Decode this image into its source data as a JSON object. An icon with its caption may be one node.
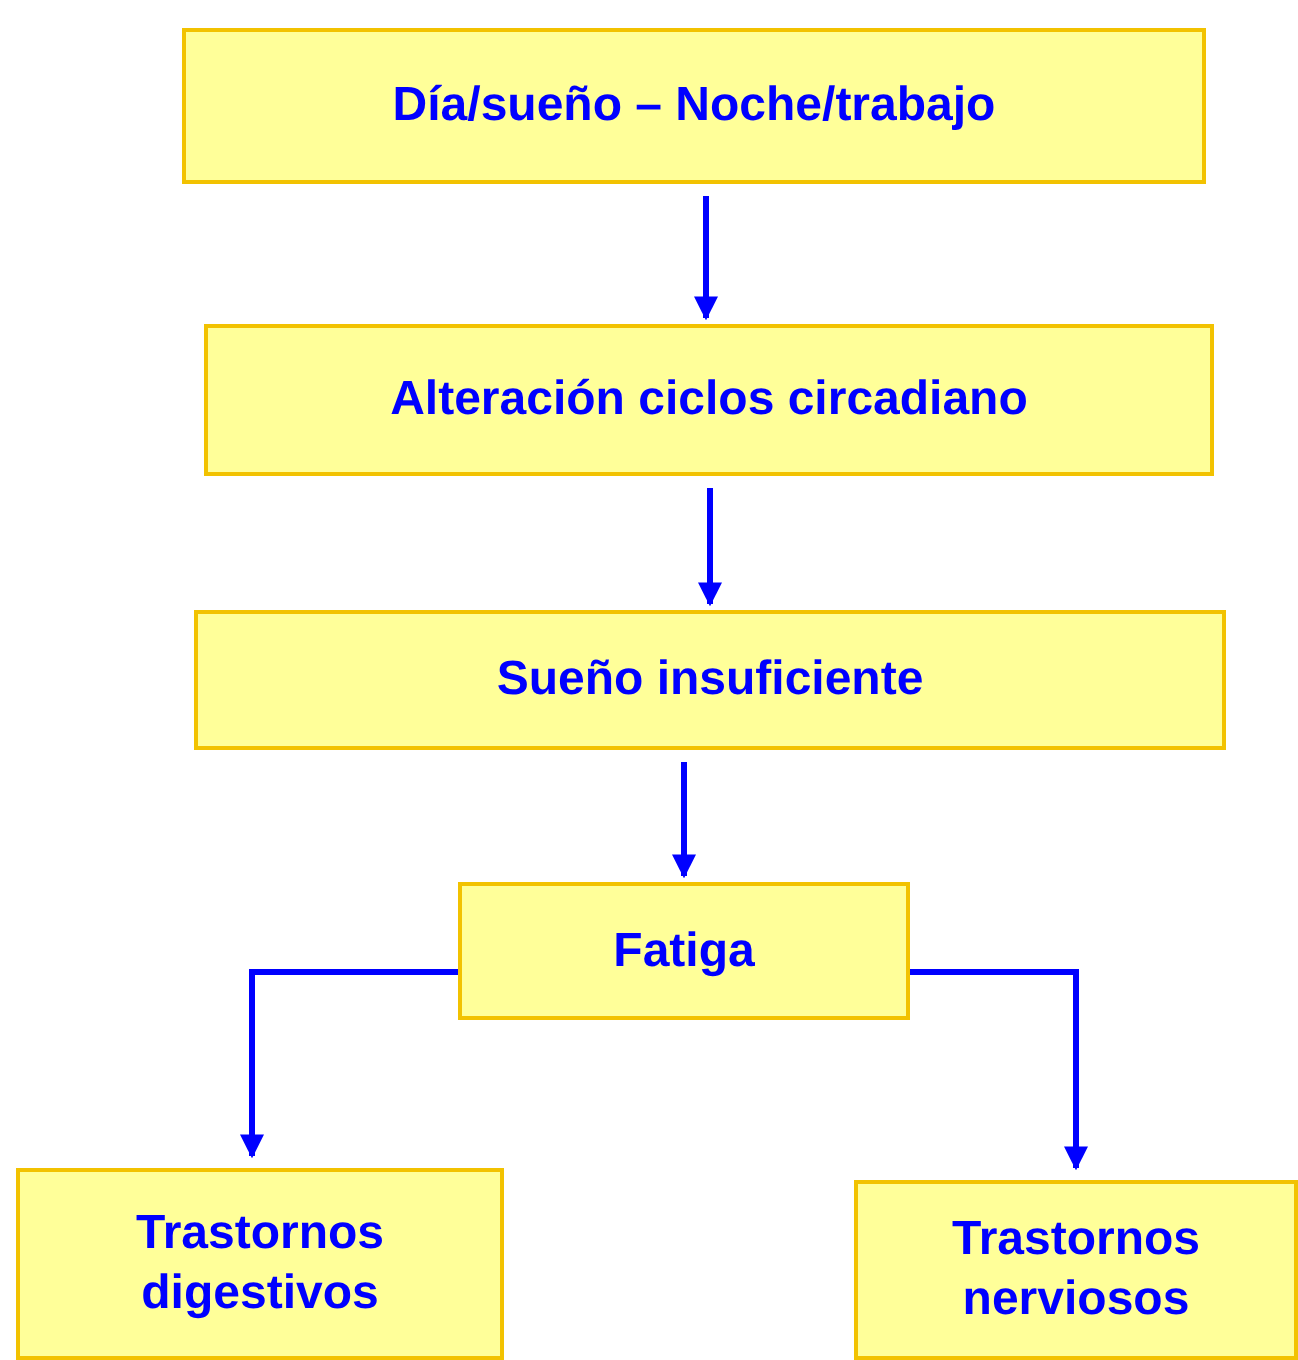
{
  "diagram": {
    "nodes": [
      {
        "text": [
          "Día/sueño – Noche/trabajo"
        ]
      },
      {
        "text": [
          "Alteración ciclos circadiano"
        ]
      },
      {
        "text": [
          "Sueño insuficiente"
        ]
      },
      {
        "text": [
          "Fatiga"
        ]
      },
      {
        "text": [
          "Trastornos digestivos"
        ]
      },
      {
        "text": [
          "Trastornos nerviosos"
        ]
      }
    ],
    "edges": [
      {
        "from": 0,
        "to": 1,
        "arrow": "to"
      },
      {
        "from": 1,
        "to": 2,
        "arrow": "to"
      },
      {
        "from": 2,
        "to": 3,
        "arrow": "to"
      },
      {
        "from": 3,
        "to": 4,
        "arrow": "to"
      },
      {
        "from": 3,
        "to": 5,
        "arrow": "to"
      }
    ]
  }
}
